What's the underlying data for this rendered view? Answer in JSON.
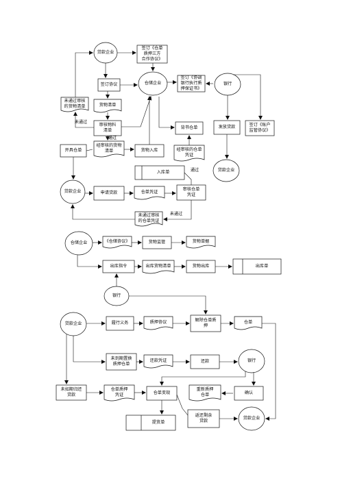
{
  "section1": {
    "loan_company_1": "贷款企业",
    "sign_contract_1": "签订《仓单\n质押三方\n合作协议》",
    "sign_agreement": "签订协议",
    "warehouse_1": "仓储企业",
    "sign_guarantee": "签订《协调\n银行执行质\n押保证书》",
    "bank_1": "银行",
    "not_passed_list": "未通过审核\n的货物清单",
    "goods_list": "货物清单",
    "not_passed_1": "未通过",
    "review_goods": "审核物料\n清单",
    "passed": "通过",
    "endorse_warehouse": "背书仓单",
    "issue_loan": "发放贷款",
    "sign_account": "签订《账户\n监管协议》",
    "issue_receipt": "开具仓单",
    "passed_list": "经审核的货物\n清单",
    "goods_in": "货物入库",
    "reviewed_receipt": "经审核的仓单\n凭证",
    "passed_2": "通过",
    "in_slip": "入库单",
    "loan_company_2": "贷款企业",
    "apply_loan": "申请贷款",
    "receipt_voucher": "仓单凭证",
    "review_receipt": "审核仓单\n凭证",
    "loan_company_3": "贷款企业",
    "not_passed_voucher": "未通过审核\n的仓单凭证",
    "not_passed_2": "未通过"
  },
  "section2": {
    "warehouse": "仓储企业",
    "agreement": "《仓储协议》",
    "goods_supervise": "货物监管",
    "goods_list": "货物单据",
    "out_order": "出库指令",
    "out_list": "出库货物清单",
    "goods_out": "货物出库",
    "out_slip": "出库单",
    "bank": "银行"
  },
  "section3": {
    "loan_company_1": "贷款企业",
    "fulfil_duty": "履行义务",
    "pledge_agreement": "质押协议",
    "release_pledge": "解除仓单质\n押",
    "receipt": "仓单",
    "not_due": "未到期置换\n质押仓单",
    "repay_voucher": "还款凭证",
    "repay": "还款",
    "bank": "银行",
    "overdue": "未如期归还\n贷款",
    "pledge_voucher": "仓单质押\n凭证",
    "cash_out": "仓单变现",
    "re_pledge": "重新质押\n仓单",
    "confirm": "确认",
    "return_remain": "返还剩余\n贷款",
    "loan_company_2": "贷款企业",
    "pickup_slip": "提货单"
  }
}
